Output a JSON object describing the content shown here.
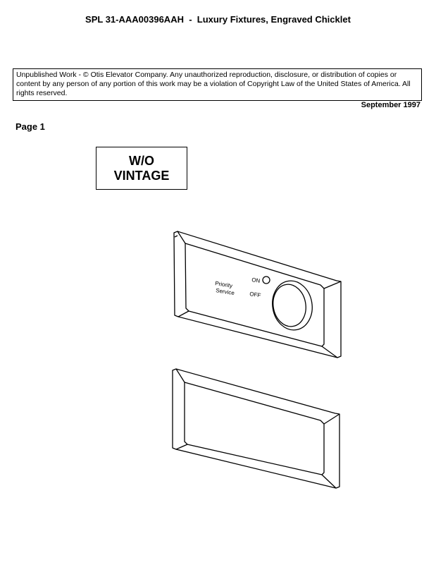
{
  "header": {
    "title": "SPL 31-AAA00396AAH  -  Luxury Fixtures, Engraved Chicklet"
  },
  "copyright": {
    "text": "Unpublished Work - © Otis Elevator Company.  Any unauthorized reproduction, disclosure, or distribution of copies or content by any person of any portion of this work may be a violation of Copyright Law of the United States of America.  All rights reserved."
  },
  "date": "September 1997",
  "page": "Page 1",
  "vintage_box": {
    "line1": "W/O",
    "line2": "VINTAGE"
  },
  "top_plate": {
    "label_priority": "Priority",
    "label_service": "Service",
    "label_on": "ON",
    "label_off": "OFF"
  }
}
